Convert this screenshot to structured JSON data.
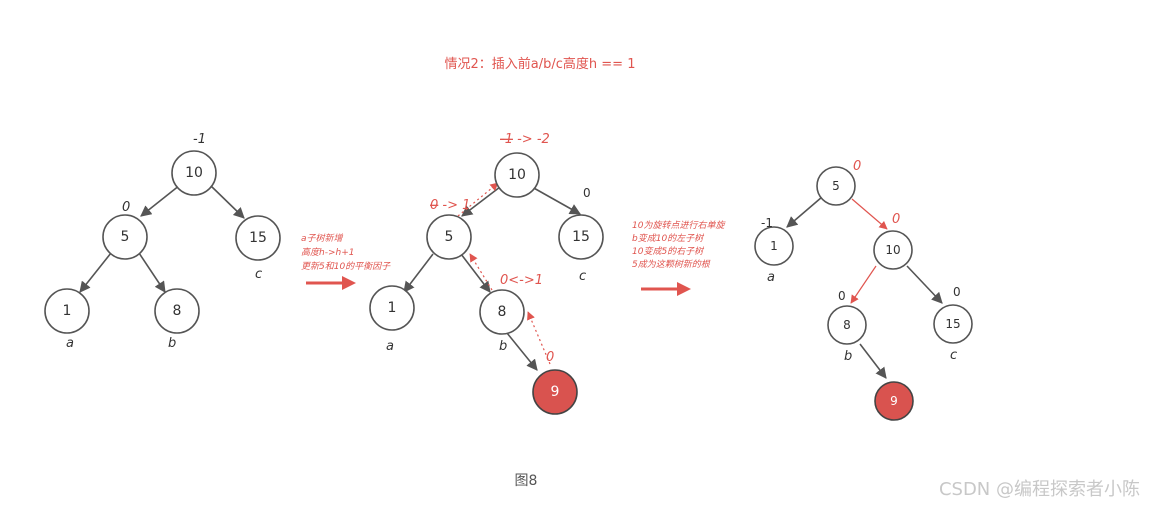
{
  "title": "情况2：插入前a/b/c高度h == 1",
  "caption": "图8",
  "watermark": "CSDN @编程探索者小陈",
  "colors": {
    "accent": "#e0554f",
    "highlight_node": "#d9534f"
  },
  "panel1": {
    "nodes": {
      "n10": "10",
      "n5": "5",
      "n15": "15",
      "n1": "1",
      "n8": "8"
    },
    "balance": {
      "n10": "-1",
      "n5": "0"
    },
    "subtrees": {
      "a": "a",
      "b": "b",
      "c": "c"
    }
  },
  "note1": [
    "a子树新增",
    "高度h->h+1",
    "更新5和10的平衡因子"
  ],
  "panel2": {
    "nodes": {
      "n10": "10",
      "n5": "5",
      "n15": "15",
      "n1": "1",
      "n8": "8",
      "n9": "9"
    },
    "balance": {
      "n10_old": "-1",
      "n10_arrow": " -> ",
      "n10_new": "-2",
      "n5_old": "0",
      "n5_arrow": " -> ",
      "n5_new": "1",
      "n8": "0<->1",
      "n15": "0",
      "n9": "0"
    },
    "subtrees": {
      "a": "a",
      "b": "b",
      "c": "c"
    }
  },
  "note2": [
    "10为旋转点进行右单旋",
    "b变成10的左子树",
    "10变成5的右子树",
    "5成为这颗树新的根"
  ],
  "panel3": {
    "nodes": {
      "n5": "5",
      "n1": "1",
      "n10": "10",
      "n8": "8",
      "n15": "15",
      "n9": "9"
    },
    "balance": {
      "n5": "0",
      "n1": "-1",
      "n10": "0",
      "n8": "0",
      "n15": "0"
    },
    "subtrees": {
      "a": "a",
      "b": "b",
      "c": "c"
    }
  }
}
